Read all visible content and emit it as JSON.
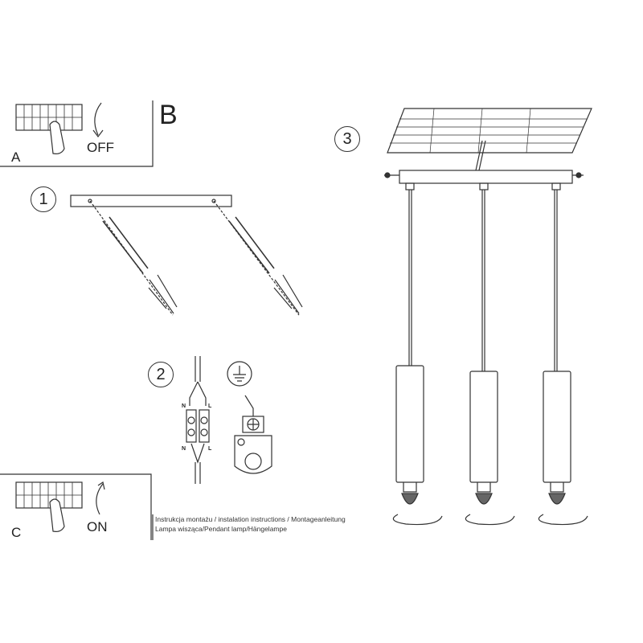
{
  "steps": {
    "a": "A",
    "b": "B",
    "c": "C",
    "off": "OFF",
    "on": "ON",
    "one": "1",
    "two": "2",
    "three": "3"
  },
  "wiring": {
    "n": "N",
    "l": "L"
  },
  "caption": {
    "line1": "Instrukcja montażu / instalation instructions / Montageanleitung",
    "line2": "Lampa wisząca/Pendant lamp/Hängelampe"
  }
}
